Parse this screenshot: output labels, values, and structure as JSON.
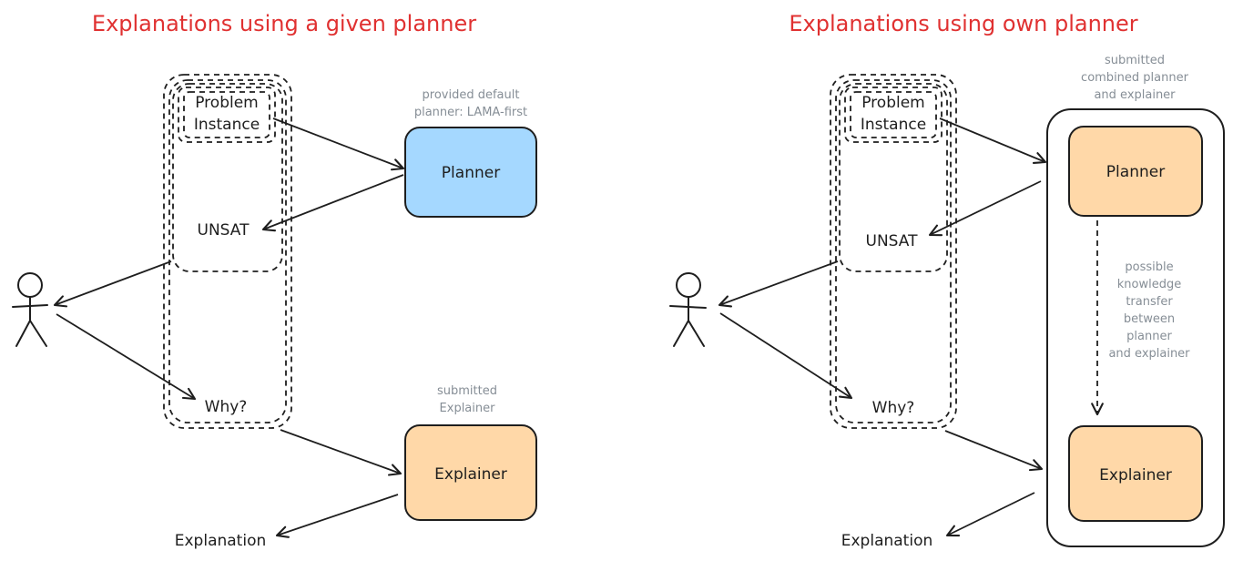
{
  "left": {
    "title": "Explanations using a given planner",
    "problem_line1": "Problem",
    "problem_line2": "Instance",
    "unsat": "UNSAT",
    "why": "Why?",
    "planner": "Planner",
    "explainer": "Explainer",
    "explanation": "Explanation",
    "planner_note_line1": "provided default",
    "planner_note_line2": "planner: LAMA-first",
    "explainer_note_line1": "submitted",
    "explainer_note_line2": "Explainer"
  },
  "right": {
    "title": "Explanations using own planner",
    "problem_line1": "Problem",
    "problem_line2": "Instance",
    "unsat": "UNSAT",
    "why": "Why?",
    "planner": "Planner",
    "explainer": "Explainer",
    "explanation": "Explanation",
    "combined_note_line1": "submitted",
    "combined_note_line2": "combined planner",
    "combined_note_line3": "and explainer",
    "transfer_note_line1": "possible",
    "transfer_note_line2": "knowledge",
    "transfer_note_line3": "transfer",
    "transfer_note_line4": "between",
    "transfer_note_line5": "planner",
    "transfer_note_line6": "and explainer"
  },
  "colors": {
    "title_red": "#e03131",
    "planner_blue": "#a5d8ff",
    "box_orange": "#ffd8a8",
    "note_gray": "#868e96"
  }
}
